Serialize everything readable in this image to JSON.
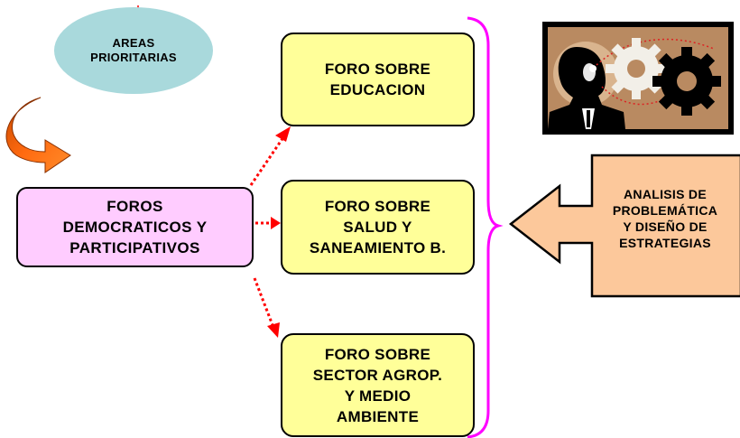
{
  "oval": {
    "line1": "AREAS",
    "line2": "PRIORITARIAS"
  },
  "main_box": {
    "line1": "FOROS",
    "line2": "DEMOCRATICOS Y",
    "line3": "PARTICIPATIVOS"
  },
  "forums": [
    {
      "lines": [
        "FORO SOBRE",
        "EDUCACION"
      ]
    },
    {
      "lines": [
        "FORO SOBRE",
        "SALUD Y",
        "SANEAMIENTO B."
      ]
    },
    {
      "lines": [
        "FORO SOBRE",
        "SECTOR AGROP.",
        "Y MEDIO",
        "AMBIENTE"
      ]
    }
  ],
  "analysis_arrow": {
    "lines": [
      "ANALISIS DE",
      "PROBLEMÁTICA",
      "Y DISEÑO DE",
      "ESTRATEGIAS"
    ]
  },
  "colors": {
    "oval_fill": "#a9d9dc",
    "main_box_fill": "#ffccff",
    "forum_fill": "#ffff99",
    "analysis_fill": "#fcc89b",
    "curved_arrow_fill": "#ff6600",
    "dotted_arrow_color": "#ff0000",
    "brace_color": "#ff00ff"
  },
  "picture_icons": [
    "person-silhouette-icon",
    "gear-icon"
  ]
}
